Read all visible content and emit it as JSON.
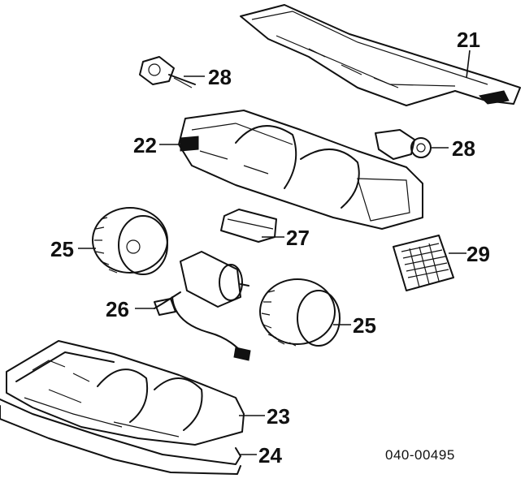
{
  "callouts": {
    "c21": "21",
    "c28a": "28",
    "c22": "22",
    "c28b": "28",
    "c27": "27",
    "c25a": "25",
    "c29": "29",
    "c26": "26",
    "c25b": "25",
    "c23": "23",
    "c24": "24"
  },
  "diagram_code": "040-00495"
}
